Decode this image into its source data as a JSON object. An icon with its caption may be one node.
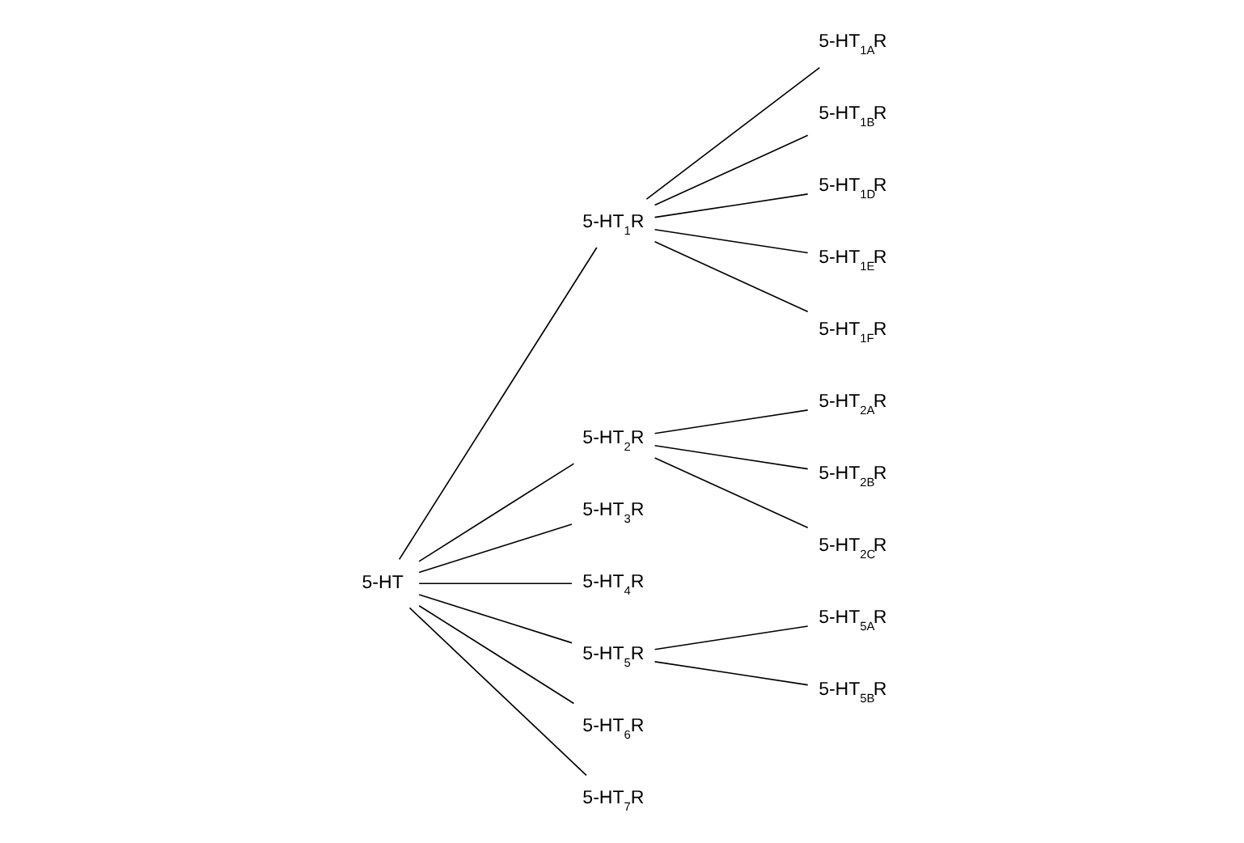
{
  "diagram": {
    "nodes": [
      {
        "text": [
          "5-HT"
        ]
      },
      {
        "text": [
          "5-HT$_{1}$R"
        ]
      },
      {
        "text": [
          "5-HT$_{2}$R"
        ]
      },
      {
        "text": [
          "5-HT$_{3}$R"
        ]
      },
      {
        "text": [
          "5-HT$_{4}$R"
        ]
      },
      {
        "text": [
          "5-HT$_{5}$R"
        ]
      },
      {
        "text": [
          "5-HT$_{6}$R"
        ]
      },
      {
        "text": [
          "5-HT$_{7}$R"
        ]
      },
      {
        "text": [
          "5-HT$_{1A}$R"
        ]
      },
      {
        "text": [
          "5-HT$_{1B}$R"
        ]
      },
      {
        "text": [
          "5-HT$_{1D}$R"
        ]
      },
      {
        "text": [
          "5-HT$_{1E}$R"
        ]
      },
      {
        "text": [
          "5-HT$_{1F}$R"
        ]
      },
      {
        "text": [
          "5-HT$_{2A}$R"
        ]
      },
      {
        "text": [
          "5-HT$_{2B}$R"
        ]
      },
      {
        "text": [
          "5-HT$_{2C}$R"
        ]
      },
      {
        "text": [
          "5-HT$_{5A}$R"
        ]
      },
      {
        "text": [
          "5-HT$_{5B}$R"
        ]
      }
    ],
    "edges": [
      {
        "from": 0,
        "to": 1,
        "arrow": "none"
      },
      {
        "from": 0,
        "to": 2,
        "arrow": "none"
      },
      {
        "from": 0,
        "to": 3,
        "arrow": "none"
      },
      {
        "from": 0,
        "to": 4,
        "arrow": "none"
      },
      {
        "from": 0,
        "to": 5,
        "arrow": "none"
      },
      {
        "from": 0,
        "to": 6,
        "arrow": "none"
      },
      {
        "from": 0,
        "to": 7,
        "arrow": "none"
      },
      {
        "from": 1,
        "to": 8,
        "arrow": "none"
      },
      {
        "from": 1,
        "to": 9,
        "arrow": "none"
      },
      {
        "from": 1,
        "to": 10,
        "arrow": "none"
      },
      {
        "from": 1,
        "to": 11,
        "arrow": "none"
      },
      {
        "from": 1,
        "to": 12,
        "arrow": "none"
      },
      {
        "from": 2,
        "to": 13,
        "arrow": "none"
      },
      {
        "from": 2,
        "to": 14,
        "arrow": "none"
      },
      {
        "from": 2,
        "to": 15,
        "arrow": "none"
      },
      {
        "from": 5,
        "to": 16,
        "arrow": "none"
      },
      {
        "from": 5,
        "to": 17,
        "arrow": "none"
      }
    ]
  }
}
